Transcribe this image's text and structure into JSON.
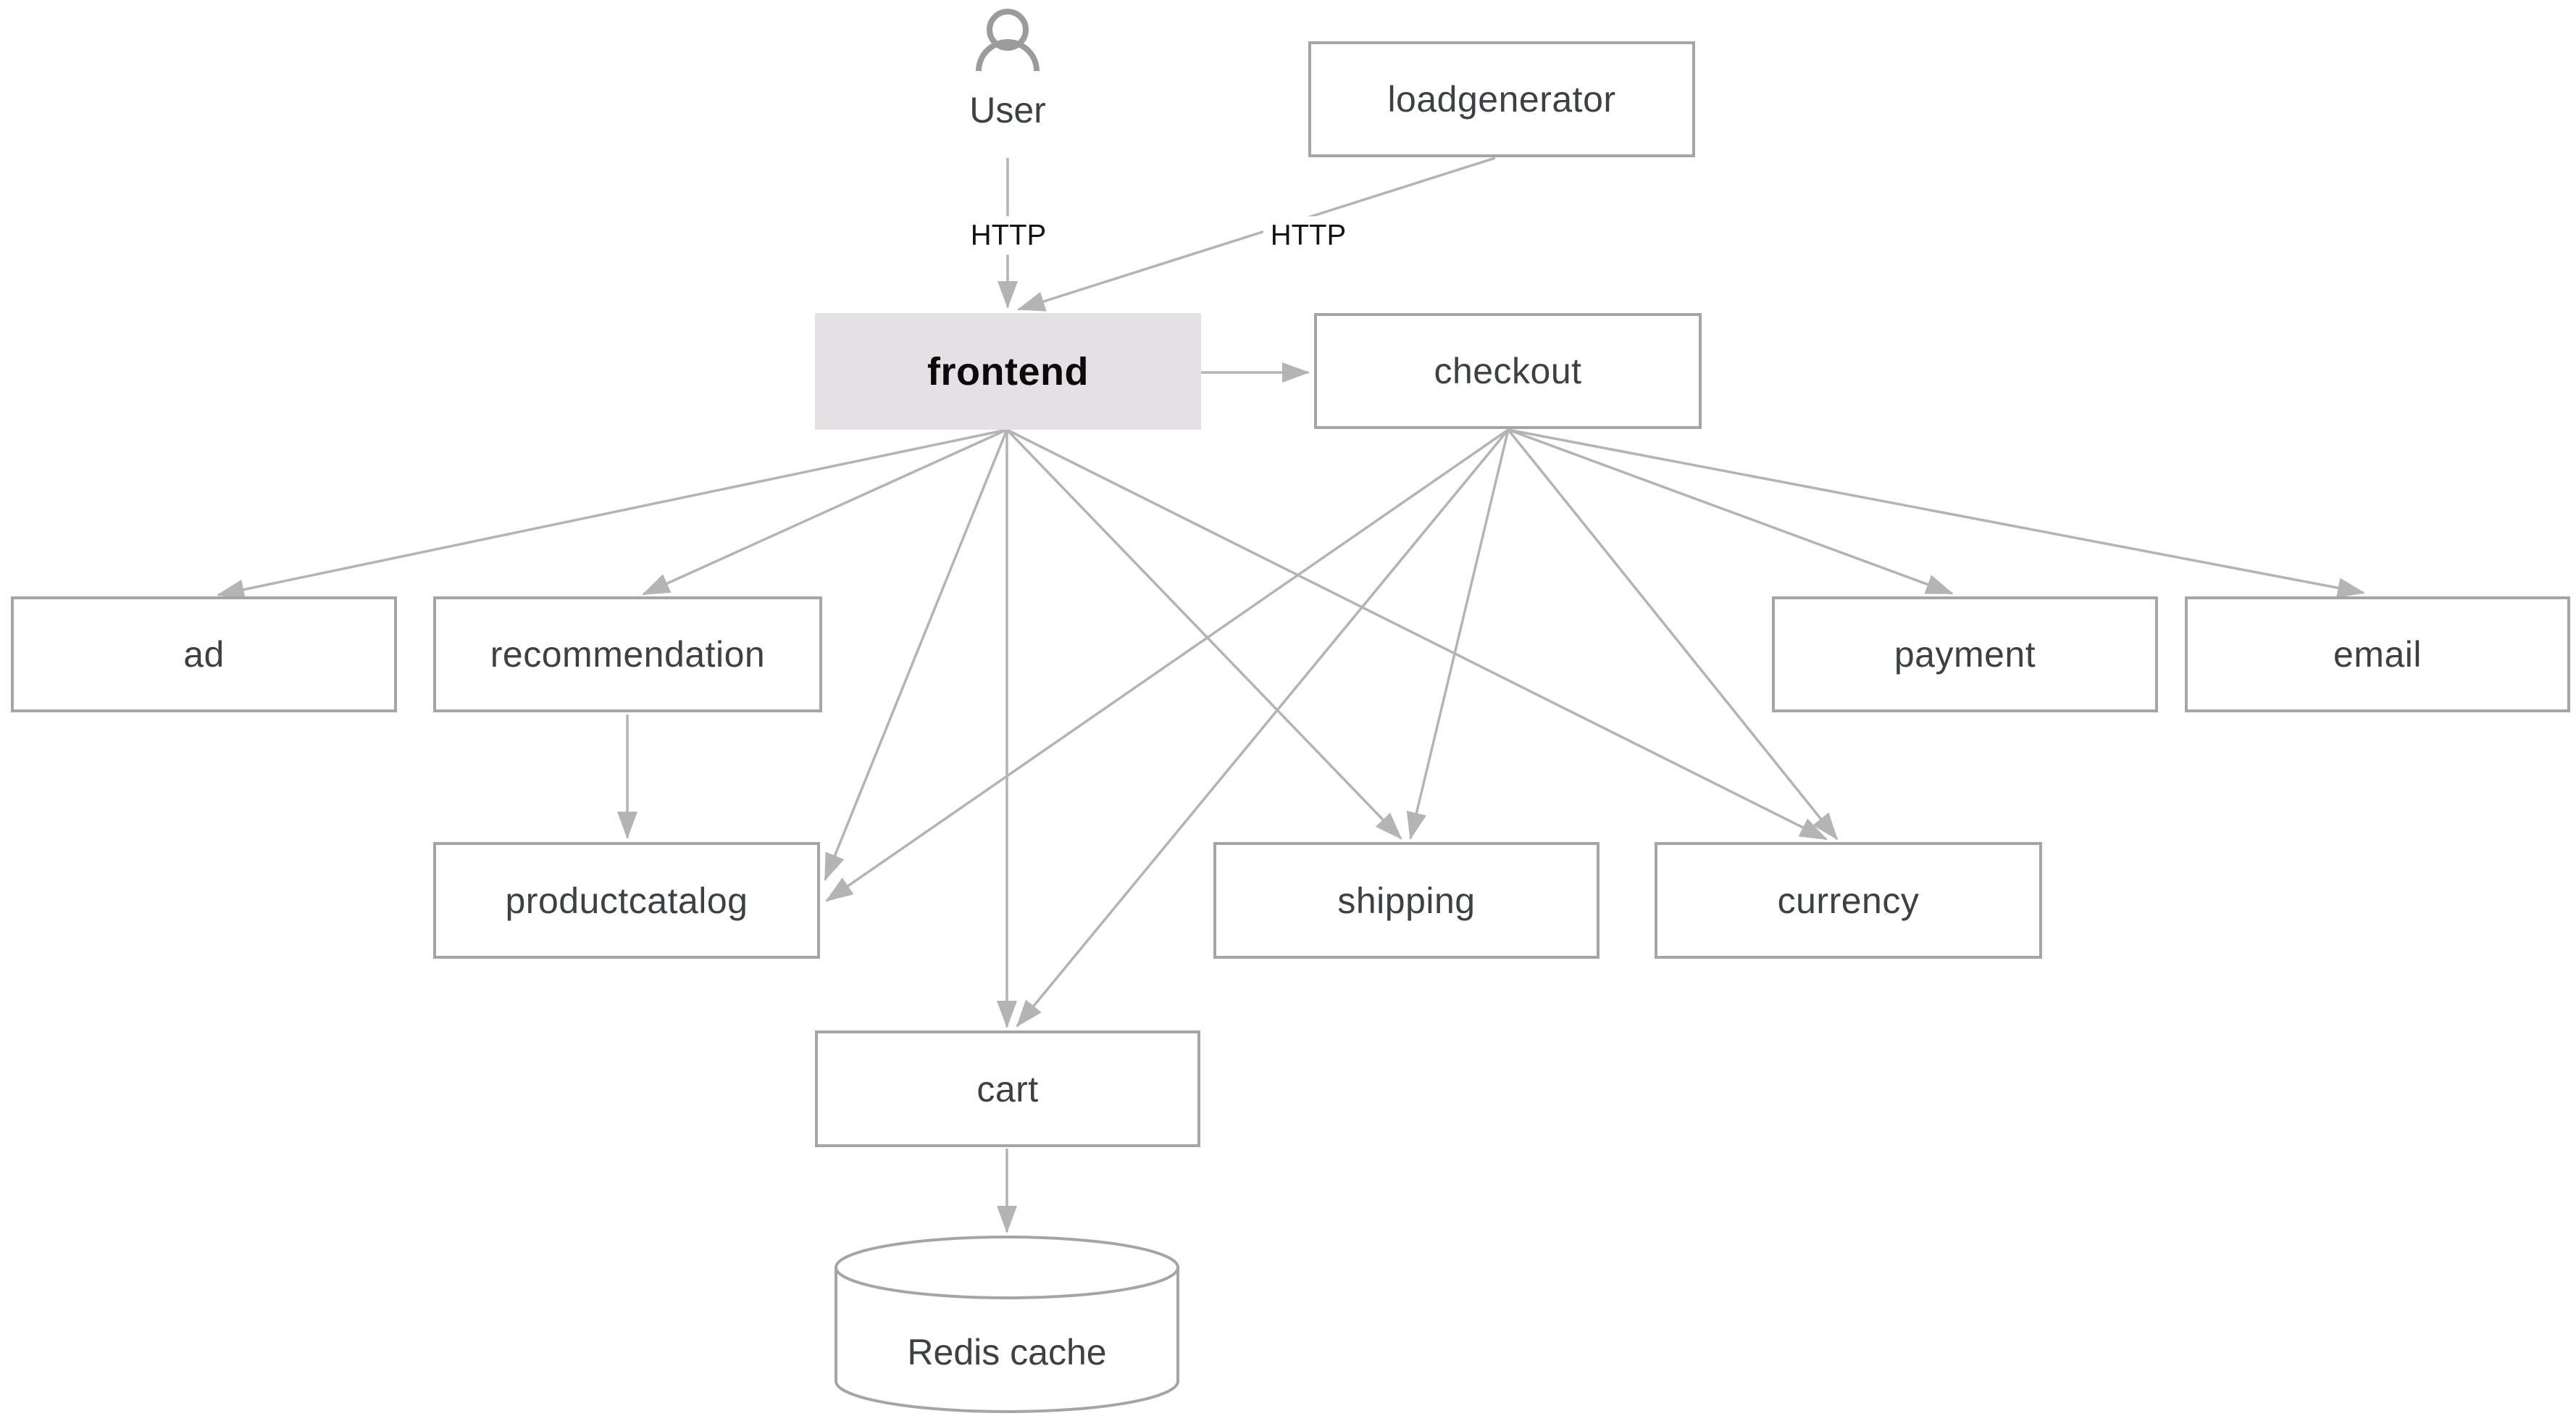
{
  "diagram_type": "microservices-architecture",
  "labels": {
    "user": "User",
    "http_user_edge": "HTTP",
    "http_loadgenerator_edge": "HTTP"
  },
  "nodes": {
    "loadgenerator": {
      "label": "loadgenerator"
    },
    "frontend": {
      "label": "frontend",
      "highlighted": true
    },
    "checkout": {
      "label": "checkout"
    },
    "ad": {
      "label": "ad"
    },
    "recommendation": {
      "label": "recommendation"
    },
    "payment": {
      "label": "payment"
    },
    "email": {
      "label": "email"
    },
    "productcatalog": {
      "label": "productcatalog"
    },
    "shipping": {
      "label": "shipping"
    },
    "currency": {
      "label": "currency"
    },
    "cart": {
      "label": "cart"
    },
    "redis": {
      "label": "Redis cache",
      "shape": "cylinder"
    }
  },
  "edges": [
    {
      "from": "user",
      "to": "frontend",
      "label": "HTTP"
    },
    {
      "from": "loadgenerator",
      "to": "frontend",
      "label": "HTTP"
    },
    {
      "from": "frontend",
      "to": "checkout"
    },
    {
      "from": "frontend",
      "to": "ad"
    },
    {
      "from": "frontend",
      "to": "recommendation"
    },
    {
      "from": "frontend",
      "to": "productcatalog"
    },
    {
      "from": "frontend",
      "to": "cart"
    },
    {
      "from": "frontend",
      "to": "shipping"
    },
    {
      "from": "frontend",
      "to": "currency"
    },
    {
      "from": "checkout",
      "to": "productcatalog"
    },
    {
      "from": "checkout",
      "to": "cart"
    },
    {
      "from": "checkout",
      "to": "shipping"
    },
    {
      "from": "checkout",
      "to": "currency"
    },
    {
      "from": "checkout",
      "to": "payment"
    },
    {
      "from": "checkout",
      "to": "email"
    },
    {
      "from": "recommendation",
      "to": "productcatalog"
    },
    {
      "from": "cart",
      "to": "redis"
    }
  ],
  "colors": {
    "background": "#ffffff",
    "node_border": "#a5a5a5",
    "node_text": "#3e4144",
    "edge": "#b4b4b4",
    "frontend_fill": "#e5e0e3",
    "frontend_text": "#0a0a0a",
    "user_icon": "#9b9b9b",
    "edge_label_text": "#141414"
  }
}
